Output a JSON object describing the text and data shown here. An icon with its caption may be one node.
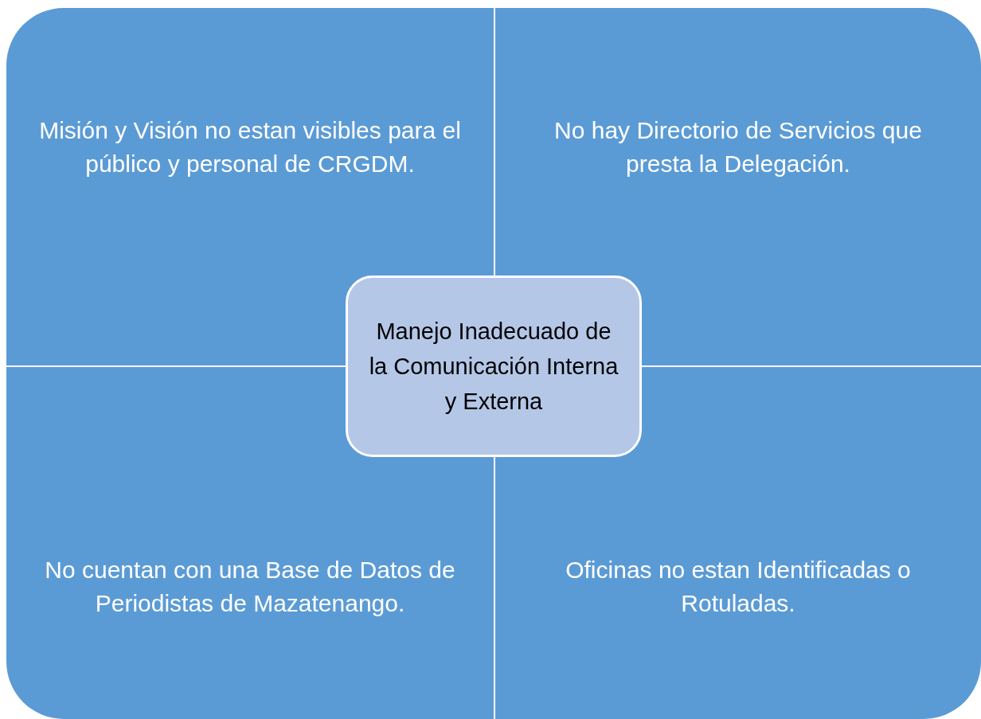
{
  "diagram": {
    "nodes": [
      {
        "text": [
          "Misión y Visión no estan visibles para el público y personal de CRGDM."
        ]
      },
      {
        "text": [
          "No hay Directorio de Servicios que presta la Delegación."
        ]
      },
      {
        "text": [
          "No cuentan con una Base de Datos de Periodistas de Mazatenango."
        ]
      },
      {
        "text": [
          "Oficinas no estan Identificadas o Rotuladas."
        ]
      },
      {
        "text": [
          "Manejo Inadecuado de la Comunicación Interna y Externa"
        ]
      }
    ]
  }
}
